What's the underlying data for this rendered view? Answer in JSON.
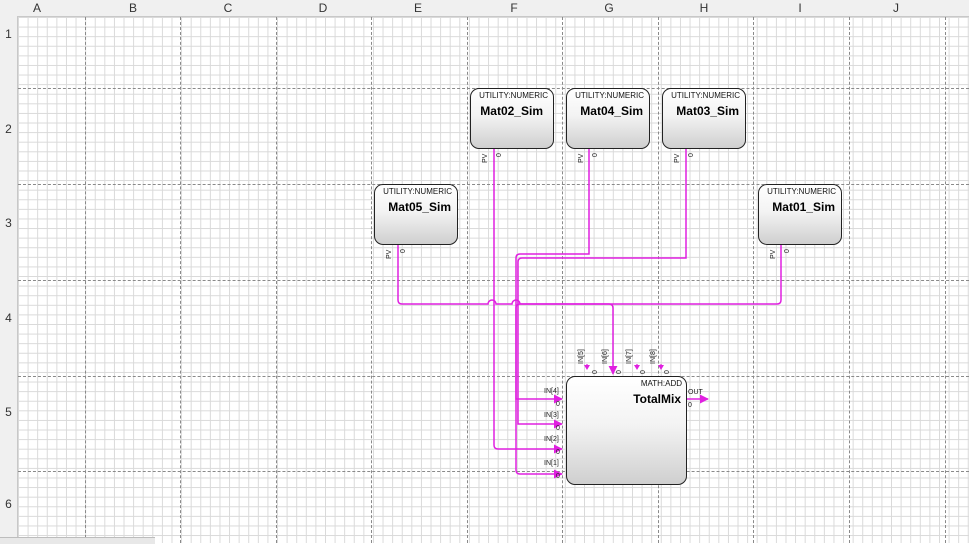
{
  "spreadsheet": {
    "columns": [
      "A",
      "B",
      "C",
      "D",
      "E",
      "F",
      "G",
      "H",
      "I",
      "J"
    ],
    "rows": [
      "1",
      "2",
      "3",
      "4",
      "5",
      "6"
    ]
  },
  "blocks": {
    "mat02": {
      "type": "UTILITY:NUMERIC",
      "name": "Mat02_Sim",
      "pin_label": "PV",
      "pin_value": "0"
    },
    "mat04": {
      "type": "UTILITY:NUMERIC",
      "name": "Mat04_Sim",
      "pin_label": "PV",
      "pin_value": "0"
    },
    "mat03": {
      "type": "UTILITY:NUMERIC",
      "name": "Mat03_Sim",
      "pin_label": "PV",
      "pin_value": "0"
    },
    "mat05": {
      "type": "UTILITY:NUMERIC",
      "name": "Mat05_Sim",
      "pin_label": "PV",
      "pin_value": "0"
    },
    "mat01": {
      "type": "UTILITY:NUMERIC",
      "name": "Mat01_Sim",
      "pin_label": "PV",
      "pin_value": "0"
    },
    "totalmix": {
      "type": "MATH:ADD",
      "name": "TotalMix",
      "out_label": "OUT",
      "out_value": "0",
      "left_inputs": [
        {
          "label": "IN[4]",
          "value": "0"
        },
        {
          "label": "IN[3]",
          "value": "0"
        },
        {
          "label": "IN[2]",
          "value": "0"
        },
        {
          "label": "IN[1]",
          "value": "0"
        }
      ],
      "top_inputs": [
        {
          "label": "IN[5]",
          "value": "0"
        },
        {
          "label": "IN[6]",
          "value": "0"
        },
        {
          "label": "IN[7]",
          "value": "0"
        },
        {
          "label": "IN[8]",
          "value": "0"
        }
      ]
    }
  },
  "colors": {
    "wire": "#e020e0",
    "grid_major": "#8a8a8a",
    "grid_minor": "#d9d9d9"
  }
}
